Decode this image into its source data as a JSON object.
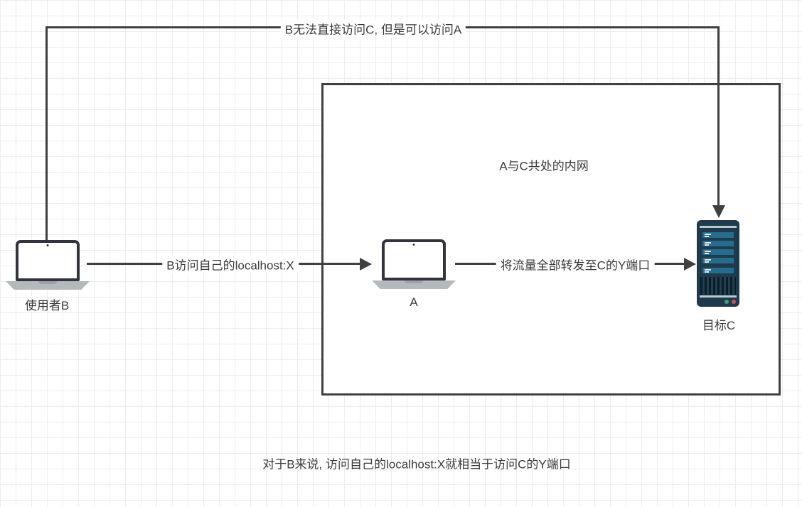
{
  "diagram": {
    "annotations": {
      "top_note": "B无法直接访问C, 但是可以访问A",
      "bottom_note": "对于B来说, 访问自己的localhost:X就相当于访问C的Y端口"
    },
    "edges": {
      "b_to_a_label": "B访问自己的localhost:X",
      "a_to_c_label": "将流量全部转发至C的Y端口"
    },
    "groups": {
      "intranet_label": "A与C共处的内网"
    },
    "nodes": {
      "user_b_label": "使用者B",
      "a_label": "A",
      "target_c_label": "目标C"
    },
    "colors": {
      "connector_line": "#404040",
      "text": "#3b3b3b",
      "grid": "#ededed",
      "laptop_frame": "#32333d",
      "laptop_base": "#b4b9bc",
      "server_body": "#1f3a4b",
      "server_bay": "#266c8e",
      "server_trim": "#b9c7ce",
      "led_green": "#43a06a",
      "led_red": "#c2506a"
    }
  }
}
